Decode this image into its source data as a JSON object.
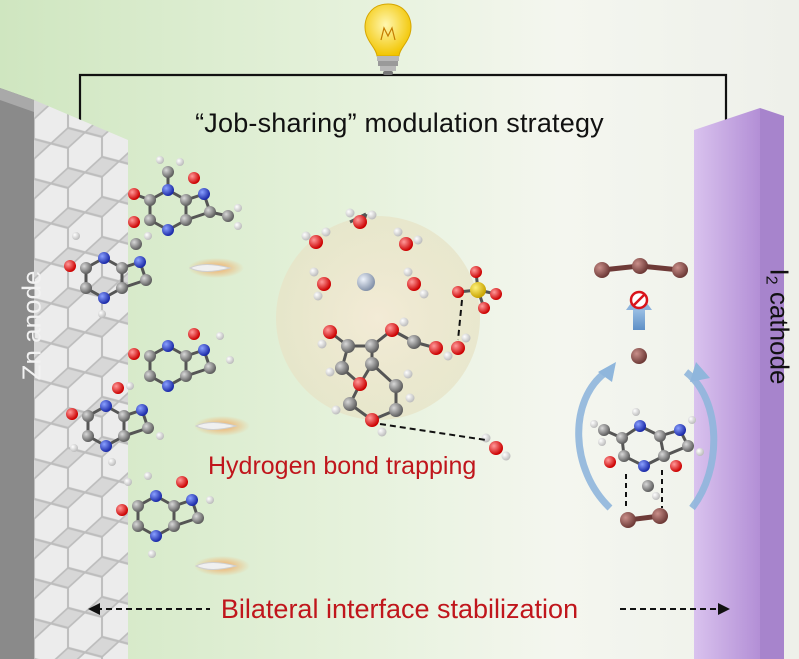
{
  "title": "“Job-sharing” modulation strategy",
  "anode_label": "Zn anode",
  "cathode_element": "I",
  "cathode_subscript": "2",
  "cathode_word": " cathode",
  "trapping_label": "Hydrogen bond trapping",
  "bilateral_label": "Bilateral interface stabilization",
  "colors": {
    "anode": "#8a8a8a",
    "cathode": "#c9a9e3",
    "highlight_text": "#c0161c",
    "oxygen": "#e41a1c",
    "nitrogen": "#2b3fd1",
    "carbon": "#8a8a8a",
    "hydrogen": "#f2f2f2",
    "sulfur": "#e8c81a",
    "iodine": "#8b4f4c",
    "zinc_ion": "#a9b8cc"
  },
  "icons": [
    "lightbulb-icon",
    "no-entry-icon",
    "up-arrow-icon",
    "curved-arrow-icon"
  ]
}
